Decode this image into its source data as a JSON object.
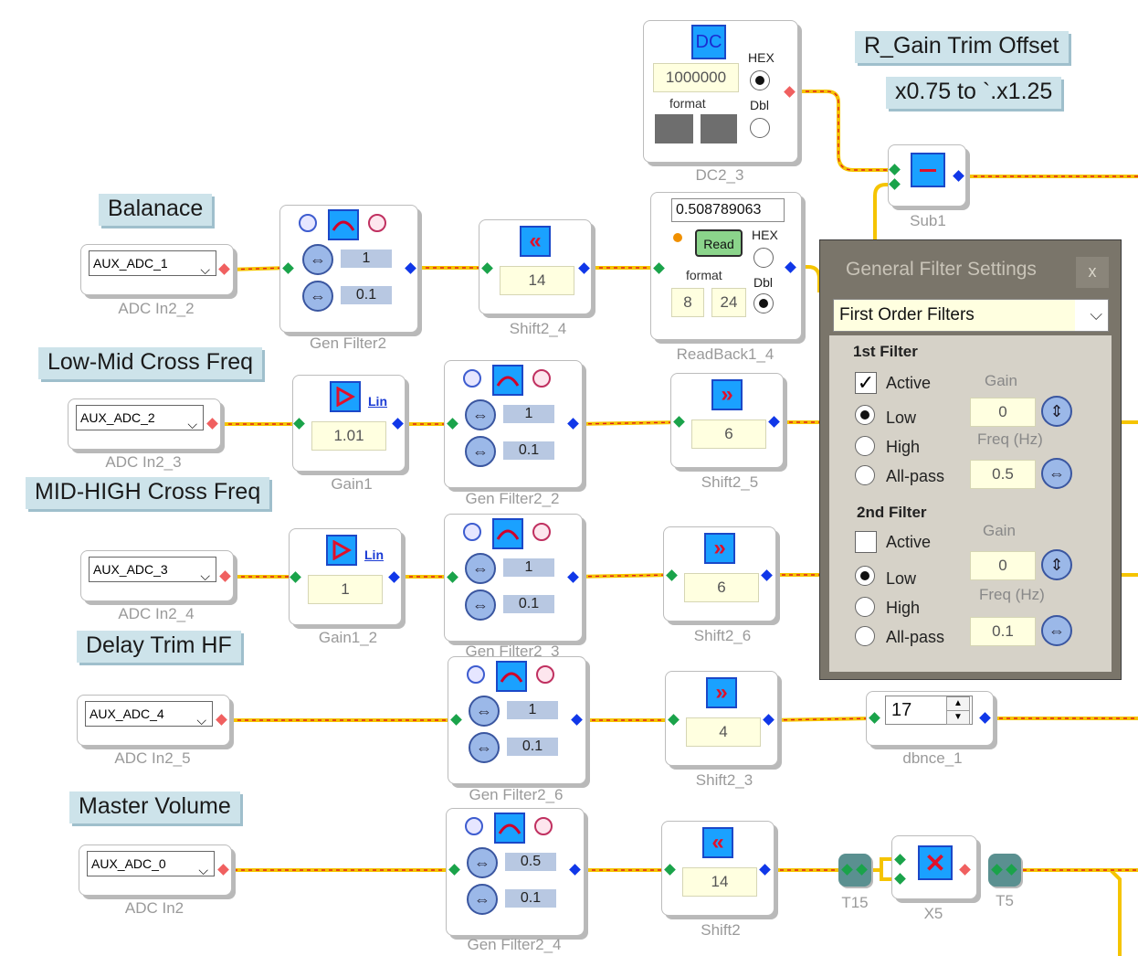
{
  "labels": {
    "balance": "Balanace",
    "low_mid": "Low-Mid Cross Freq",
    "mid_high": "MID-HIGH Cross Freq",
    "delay_trim": "Delay Trim HF",
    "master_volume": "Master Volume",
    "r_gain_title": "R_Gain Trim Offset",
    "r_gain_range": "x0.75 to `.x1.25"
  },
  "adc": [
    {
      "value": "AUX_ADC_1",
      "caption": "ADC In2_2"
    },
    {
      "value": "AUX_ADC_2",
      "caption": "ADC In2_3"
    },
    {
      "value": "AUX_ADC_3",
      "caption": "ADC In2_4"
    },
    {
      "value": "AUX_ADC_4",
      "caption": "ADC In2_5"
    },
    {
      "value": "AUX_ADC_0",
      "caption": "ADC In2"
    }
  ],
  "gen_filters": [
    {
      "caption": "Gen Filter2",
      "gain": "1",
      "freq": "0.1"
    },
    {
      "caption": "Gen Filter2_2",
      "gain": "1",
      "freq": "0.1"
    },
    {
      "caption": "Gen Filter2_3",
      "gain": "1",
      "freq": "0.1"
    },
    {
      "caption": "Gen Filter2_6",
      "gain": "1",
      "freq": "0.1"
    },
    {
      "caption": "Gen Filter2_4",
      "gain": "0.5",
      "freq": "0.1"
    }
  ],
  "gains": [
    {
      "caption": "Gain1",
      "value": "1.01",
      "mode": "Lin"
    },
    {
      "caption": "Gain1_2",
      "value": "1",
      "mode": "Lin"
    }
  ],
  "shifts": [
    {
      "caption": "Shift2_4",
      "value": "14"
    },
    {
      "caption": "Shift2_5",
      "value": "6"
    },
    {
      "caption": "Shift2_6",
      "value": "6"
    },
    {
      "caption": "Shift2_3",
      "value": "4"
    },
    {
      "caption": "Shift2",
      "value": "14"
    }
  ],
  "dc": {
    "caption": "DC2_3",
    "icon": "DC",
    "value": "1000000",
    "format": "format",
    "hex": "HEX",
    "dbl": "Dbl"
  },
  "readback": {
    "caption": "ReadBack1_4",
    "value": "0.508789063",
    "read": "Read",
    "hex": "HEX",
    "dbl": "Dbl",
    "format": "format",
    "f1": "8",
    "f2": "24"
  },
  "sub": {
    "caption": "Sub1"
  },
  "dbnce": {
    "caption": "dbnce_1",
    "value": "17"
  },
  "t15": {
    "caption": "T15"
  },
  "x5": {
    "caption": "X5"
  },
  "t5": {
    "caption": "T5"
  },
  "dialog": {
    "title": "General Filter Settings",
    "close": "x",
    "filter_type": "First Order Filters",
    "first": {
      "heading": "1st Filter",
      "active": "Active",
      "low": "Low",
      "high": "High",
      "allpass": "All-pass",
      "gain_label": "Gain",
      "gain": "0",
      "freq_label": "Freq (Hz)",
      "freq": "0.5"
    },
    "second": {
      "heading": "2nd Filter",
      "active": "Active",
      "low": "Low",
      "high": "High",
      "allpass": "All-pass",
      "gain_label": "Gain",
      "gain": "0",
      "freq_label": "Freq (Hz)",
      "freq": "0.1"
    }
  },
  "colors": {
    "wire": "#f5c400",
    "wire_dash": "#e02020",
    "accent": "#1aa1ff"
  }
}
